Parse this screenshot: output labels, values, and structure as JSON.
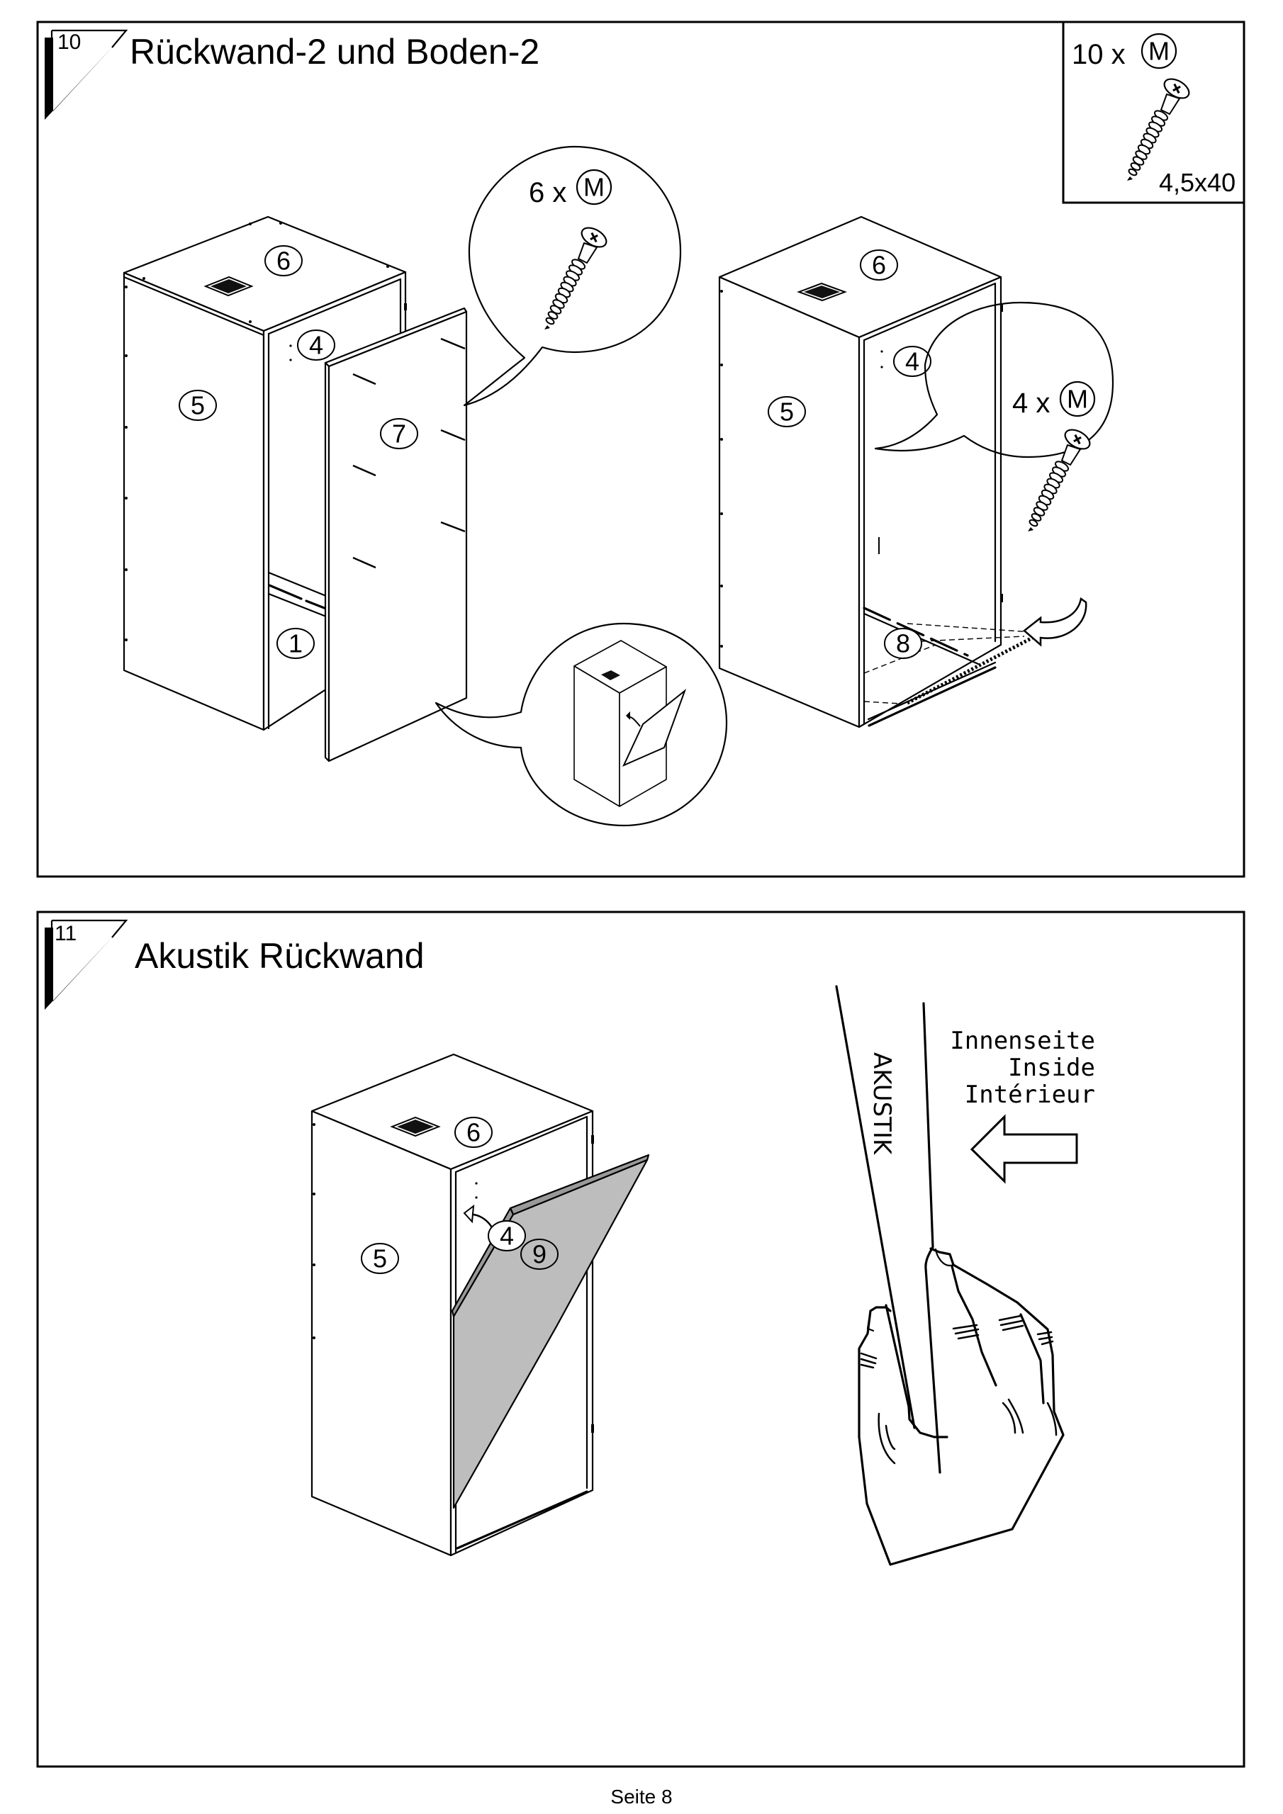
{
  "page": {
    "footer": "Seite 8"
  },
  "step10": {
    "number": "10",
    "title": "Rückwand-2 und Boden-2",
    "hardware_box": {
      "quantity": "10 x",
      "part_letter": "M",
      "size": "4,5x40",
      "icon": "screw-icon"
    },
    "callout_left": {
      "quantity": "6 x",
      "part_letter": "M",
      "icon": "screw-icon"
    },
    "callout_right": {
      "quantity": "4 x",
      "part_letter": "M",
      "icon": "screw-icon"
    },
    "cabinet_left_parts": [
      "6",
      "4",
      "5",
      "7",
      "1"
    ],
    "cabinet_right_parts": [
      "6",
      "4",
      "5",
      "8"
    ]
  },
  "step11": {
    "number": "11",
    "title": "Akustik Rückwand",
    "cabinet_parts": [
      "6",
      "4",
      "5",
      "9"
    ],
    "panel_label": "AKUSTIK",
    "orientation_labels": [
      "Innenseite",
      "Inside",
      "Intérieur"
    ],
    "panel_color": "#bdbdbd"
  }
}
